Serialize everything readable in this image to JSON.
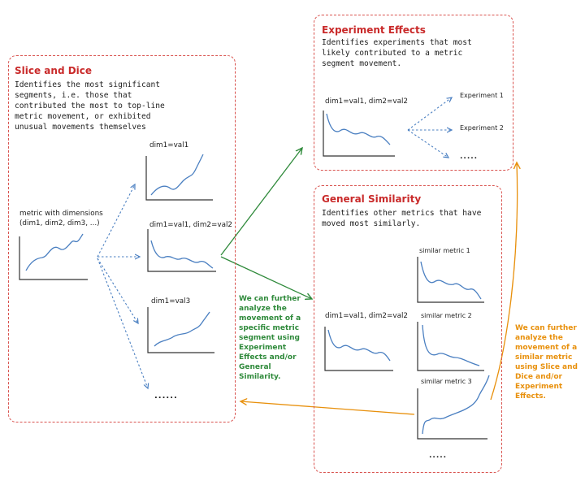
{
  "colors": {
    "panel_border": "#d9534f",
    "title": "#c92a2a",
    "curve": "#4a7fc1",
    "blue_arrow": "#4a7fc1",
    "green": "#2f8a3b",
    "orange": "#e8900c",
    "axis": "#333333"
  },
  "slice_and_dice": {
    "title": "Slice and Dice",
    "description": "Identifies the most significant\nsegments, i.e. those that\ncontributed the most to top-line\nmetric movement, or exhibited\nunusual movements themselves",
    "source_label": "metric with dimensions\n(dim1, dim2, dim3, ...)",
    "segments": [
      {
        "label": "dim1=val1"
      },
      {
        "label": "dim1=val1, dim2=val2"
      },
      {
        "label": "dim1=val3"
      }
    ],
    "more": "......"
  },
  "experiment_effects": {
    "title": "Experiment Effects",
    "description": "Identifies experiments that most\nlikely contributed to a metric\nsegment movement.",
    "segment_label": "dim1=val1, dim2=val2",
    "experiments": [
      "Experiment 1",
      "Experiment 2"
    ],
    "more": "....."
  },
  "general_similarity": {
    "title": "General Similarity",
    "description": "Identifies other metrics that have\nmoved most similarly.",
    "segment_label": "dim1=val1, dim2=val2",
    "similar_metrics": [
      "similar metric 1",
      "similar metric 2",
      "similar metric 3"
    ],
    "more": "....."
  },
  "notes": {
    "green": "We can further\nanalyze the\nmovement of a\nspecific metric\nsegment using\nExperiment\nEffects and/or\nGeneral\nSimilarity.",
    "orange": "We can further\nanalyze the\nmovement of a\nsimilar metric\nusing Slice and\nDice and/or\nExperiment\nEffects."
  }
}
